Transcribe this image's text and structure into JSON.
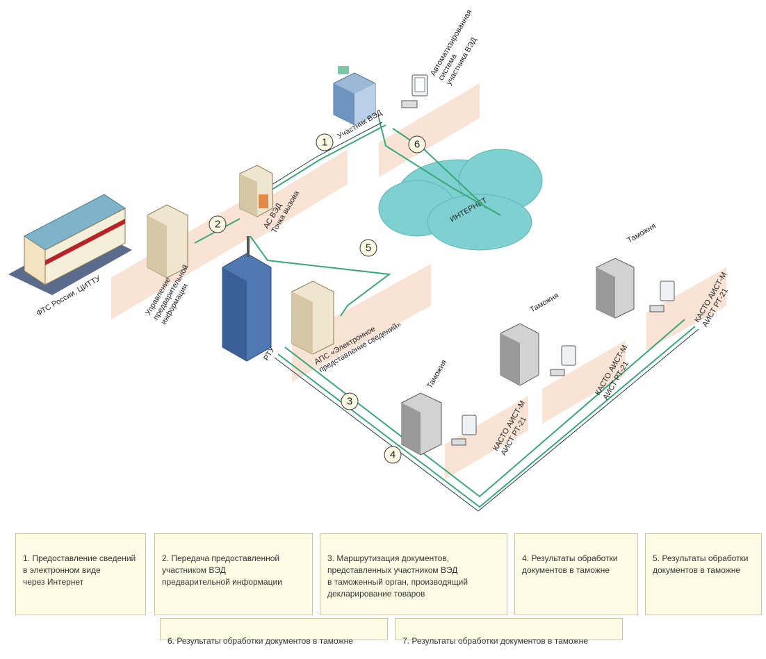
{
  "diagram": {
    "labels": {
      "participant_system": "Автоматизированная\nсистема\nучастника ВЭД",
      "participant": "Участник ВЭД",
      "as_ved": "АС ВЭД\nТочка вызова",
      "internet": "ИНТЕРНЕТ",
      "fts_russia": "ФТС России, ЦИТТУ",
      "preliminary_info_dept": "Управление\nпредварительной\nинформации",
      "rtu": "РТУ",
      "electronic_info": "АПС «Электронное\nпредставление сведений»",
      "customs_1": "Таможня",
      "customs_2": "Таможня",
      "customs_3": "Таможня",
      "kasto_1": "КАСТО АИСТ-М\nАИСТ РТ-21",
      "kasto_2": "КАСТО АИСТ-М\nАИСТ РТ-21",
      "kasto_3": "КАСТО АИСТ-М\nАИСТ РТ-21"
    },
    "steps": [
      "1",
      "2",
      "3",
      "4",
      "5",
      "6"
    ]
  },
  "legend": [
    "1. Предоставление сведений\nв электронном виде\nчерез Интернет",
    "2. Передача предоставленной\nучастником ВЭД\nпредварительной информации",
    "3. Маршрутизация документов,\nпредставленных участником ВЭД\nв таможенный орган, производящий\nдекларирование товаров",
    "4. Результаты обработки\nдокументов в таможне",
    "5. Результаты обработки\nдокументов в таможне",
    "6. Результаты обработки документов в таможне",
    "7. Результаты обработки документов в таможне"
  ]
}
